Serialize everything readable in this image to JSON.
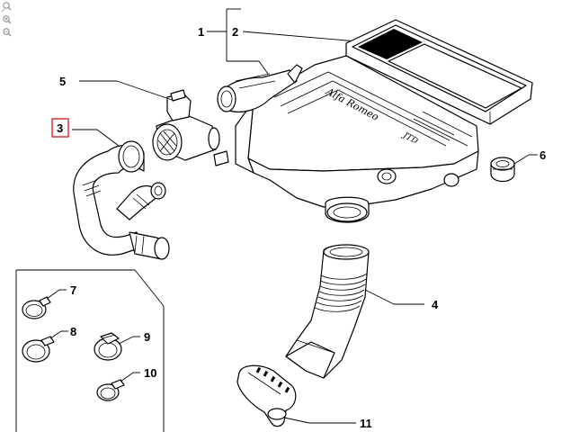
{
  "toolbar": {
    "zoom_reset_icon": "zoom-reset-icon",
    "zoom_in_icon": "zoom-in-icon",
    "zoom_out_icon": "zoom-out-icon"
  },
  "callouts": {
    "c1": "1",
    "c2": "2",
    "c3": "3",
    "c4": "4",
    "c5": "5",
    "c6": "6",
    "c7": "7",
    "c8": "8",
    "c9": "9",
    "c10": "10",
    "c11": "11"
  },
  "emblem": {
    "brand_script": "Alfa Romeo",
    "engine_badge": "JTD"
  },
  "colors": {
    "line": "#000000",
    "selected_callout_border": "#d00000",
    "background": "#ffffff"
  },
  "selected_callout": "3"
}
